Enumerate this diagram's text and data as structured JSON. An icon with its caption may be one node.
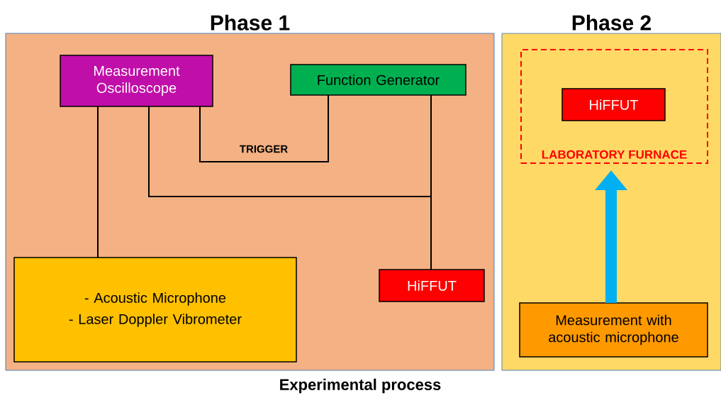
{
  "diagram": {
    "caption": "Experimental process",
    "nodes": [
      {
        "text": [
          "Phase 1"
        ]
      },
      {
        "text": [
          "Phase 2"
        ]
      },
      {
        "text": [
          "Measurement Oscilloscope"
        ],
        "in": 0
      },
      {
        "text": [
          "Function Generator"
        ],
        "in": 0
      },
      {
        "text": [
          "- Acoustic Microphone",
          "- Laser Doppler Vibrometer"
        ],
        "in": 0
      },
      {
        "text": [
          "HiFFUT"
        ],
        "in": 0
      },
      {
        "text": [
          "LABORATORY FURNACE"
        ],
        "in": 1
      },
      {
        "text": [
          "HiFFUT"
        ],
        "in": 6
      },
      {
        "text": [
          "Measurement with acoustic microphone"
        ],
        "in": 1
      }
    ],
    "edges": [
      {
        "from": 2,
        "to": 3,
        "arrow": "none",
        "label": "TRIGGER"
      },
      {
        "from": 2,
        "to": 5,
        "arrow": "none"
      },
      {
        "from": 3,
        "to": 5,
        "arrow": "none"
      },
      {
        "from": 2,
        "to": 4,
        "arrow": "none"
      },
      {
        "from": 8,
        "to": 6,
        "arrow": "to",
        "style": "thick",
        "color": "#00b0f0"
      }
    ]
  }
}
